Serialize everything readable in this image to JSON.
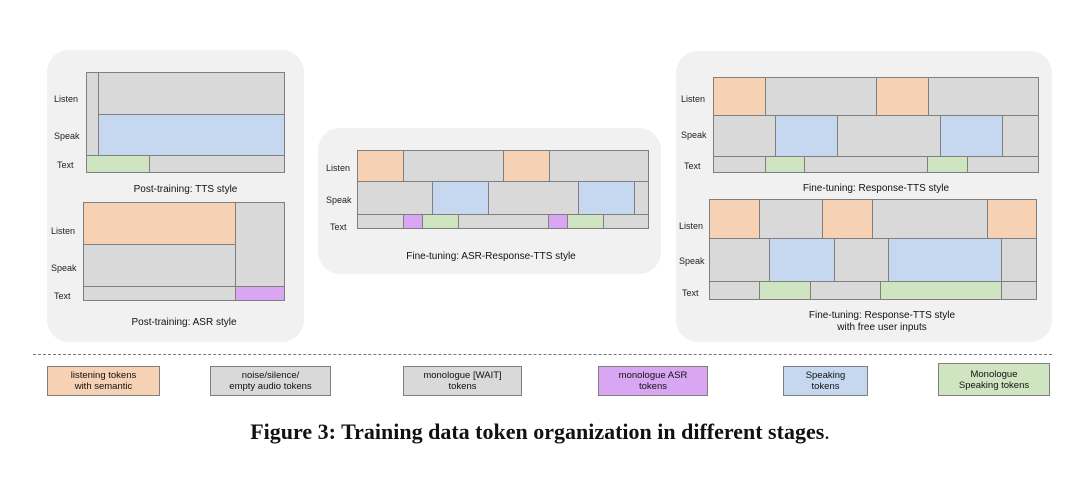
{
  "rows": {
    "listen": "Listen",
    "speak": "Speak",
    "text": "Text"
  },
  "panels": {
    "tts": {
      "caption": "Post-training: TTS style"
    },
    "asr": {
      "caption": "Post-training: ASR style"
    },
    "ft_asr": {
      "caption": "Fine-tuning: ASR-Response-TTS style"
    },
    "ft_resp": {
      "caption": "Fine-tuning: Response-TTS style"
    },
    "ft_free": {
      "caption": "Fine-tuning: Response-TTS style\nwith free user inputs"
    }
  },
  "legend": [
    {
      "label": "listening tokens\nwith semantic",
      "color": "#f6d1b4"
    },
    {
      "label": "noise/silence/\nempty audio tokens",
      "color": "#d9d9d9"
    },
    {
      "label": "monologue [WAIT]\ntokens",
      "color": "#d9d9d9"
    },
    {
      "label": "monologue ASR\ntokens",
      "color": "#d8a6f2"
    },
    {
      "label": "Speaking\ntokens",
      "color": "#c5d8f0"
    },
    {
      "label": "Monologue\nSpeaking tokens",
      "color": "#cfe4c1"
    }
  ],
  "figure": {
    "label": "Figure 3:",
    "title": "Training data token organization in different stages",
    "end": "."
  }
}
